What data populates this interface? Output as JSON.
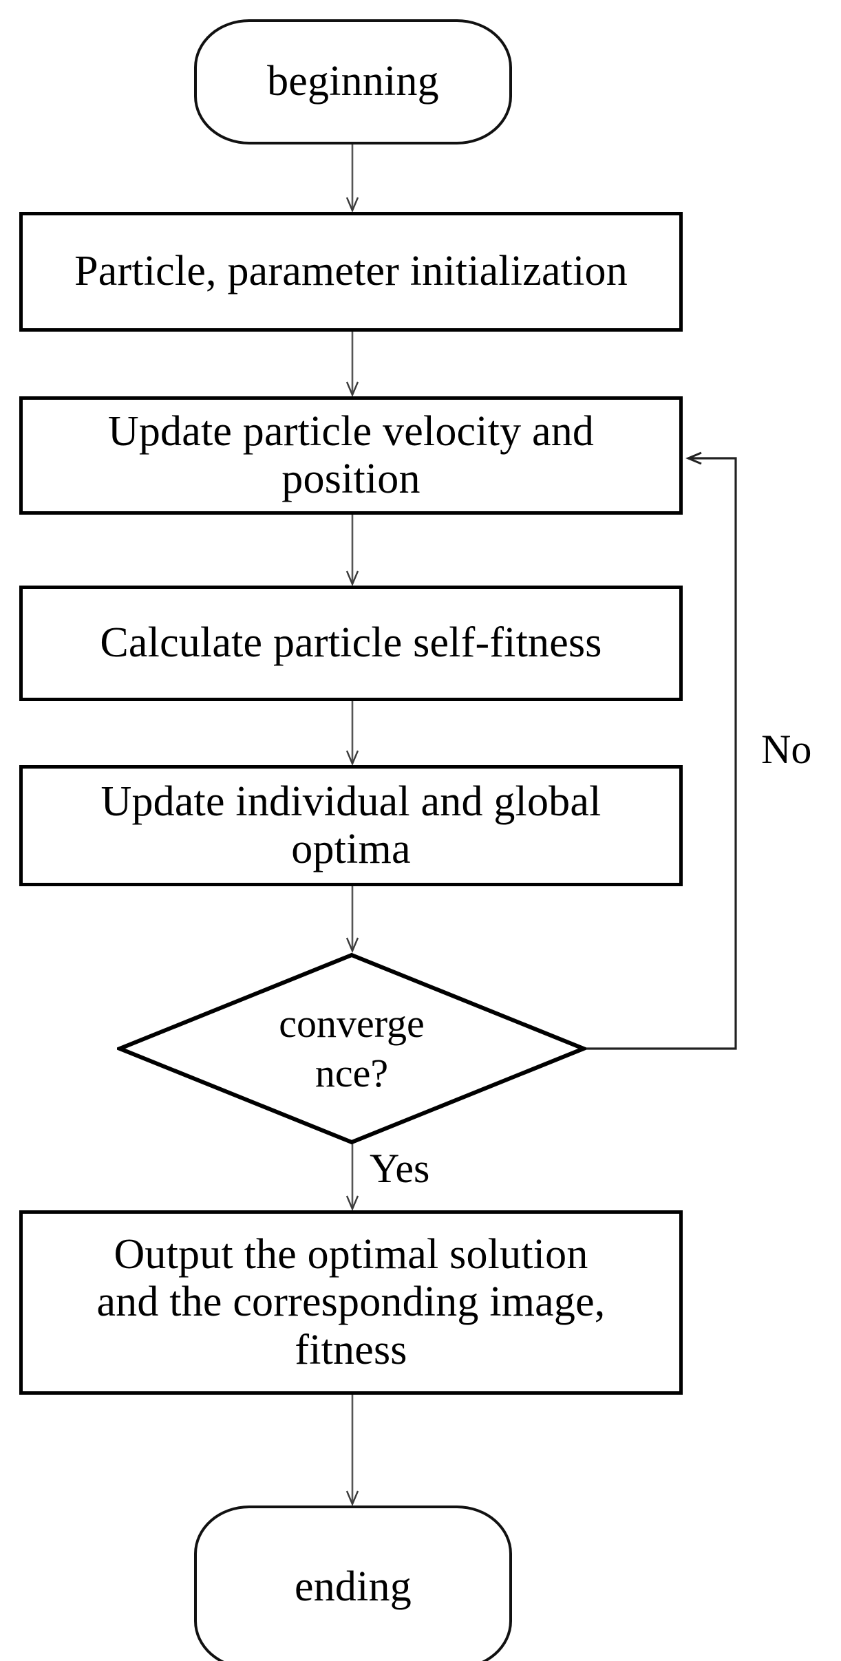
{
  "diagram": {
    "title": "Particle Swarm Optimization flowchart",
    "background_color": "#ffffff",
    "line_color": "#000000",
    "text_color": "#000000"
  },
  "nodes": {
    "start": {
      "shape": "terminal",
      "label": "beginning"
    },
    "init": {
      "shape": "process",
      "label": "Particle, parameter initialization"
    },
    "update_velocity": {
      "shape": "process",
      "line1": "Update particle velocity and",
      "line2": "position"
    },
    "calc_fitness": {
      "shape": "process",
      "label": "Calculate particle self-fitness"
    },
    "update_optima": {
      "shape": "process",
      "line1": "Update individual and global",
      "line2": "optima"
    },
    "decision": {
      "shape": "diamond",
      "line1": "converge",
      "line2": "nce?"
    },
    "output": {
      "shape": "process",
      "line1": "Output the optimal solution",
      "line2": "and the corresponding image,",
      "line3": "fitness"
    },
    "end": {
      "shape": "terminal",
      "label": "ending"
    }
  },
  "edges": {
    "no_label": "No",
    "yes_label": "Yes"
  }
}
